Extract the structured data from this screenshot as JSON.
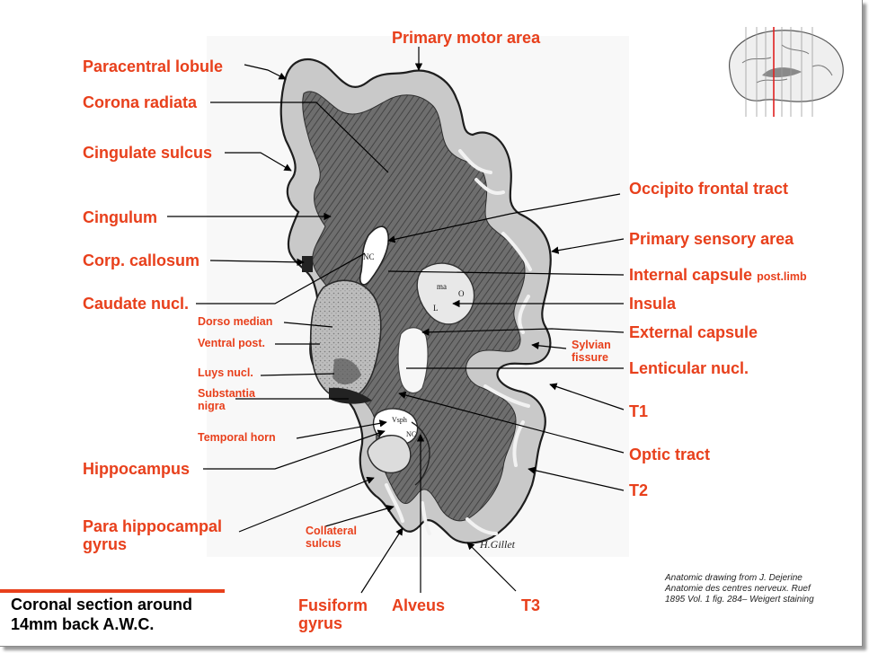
{
  "accent_color": "#e8401c",
  "title": "Primary motor area",
  "left_labels": {
    "paracentral": "Paracentral lobule",
    "corona": "Corona radiata",
    "cingulate_sulcus": "Cingulate sulcus",
    "cingulum": "Cingulum",
    "corp_callosum": "Corp. callosum",
    "caudate": "Caudate nucl.",
    "dorso_median": "Dorso median",
    "ventral_post": "Ventral post.",
    "luys": "Luys nucl.",
    "substantia_line1": "Substantia",
    "substantia_line2": "nigra",
    "temporal_horn": "Temporal horn",
    "hippocampus": "Hippocampus",
    "parahip_line1": "Para hippocampal",
    "parahip_line2": "gyrus"
  },
  "right_labels": {
    "occipito": "Occipito frontal tract",
    "primary_sensory": "Primary sensory area",
    "internal_capsule": "Internal capsule",
    "internal_capsule_suffix": "post.limb",
    "insula": "Insula",
    "external_capsule": "External capsule",
    "sylvian_line1": "Sylvian",
    "sylvian_line2": "fissure",
    "lenticular": "Lenticular nucl.",
    "t1": "T1",
    "optic_tract": "Optic tract",
    "t2": "T2"
  },
  "bottom_labels": {
    "collateral_line1": "Collateral",
    "collateral_line2": "sulcus",
    "fusiform_line1": "Fusiform",
    "fusiform_line2": "gyrus",
    "alveus": "Alveus",
    "t3": "T3"
  },
  "drawing_text": {
    "signature": "H.Gillet",
    "nc_upper": "NC",
    "ma": "ma",
    "o": "O",
    "l": "L",
    "vsph": "Vsph",
    "nc_lower": "NC"
  },
  "caption": {
    "line1": "Coronal section around",
    "line2": "14mm back A.W.C."
  },
  "credit": {
    "line1": "Anatomic drawing from J. Dejerine",
    "line2": "Anatomie des centres nerveux. Ruef",
    "line3": "1895 Vol. 1 fig. 284– Weigert staining"
  }
}
